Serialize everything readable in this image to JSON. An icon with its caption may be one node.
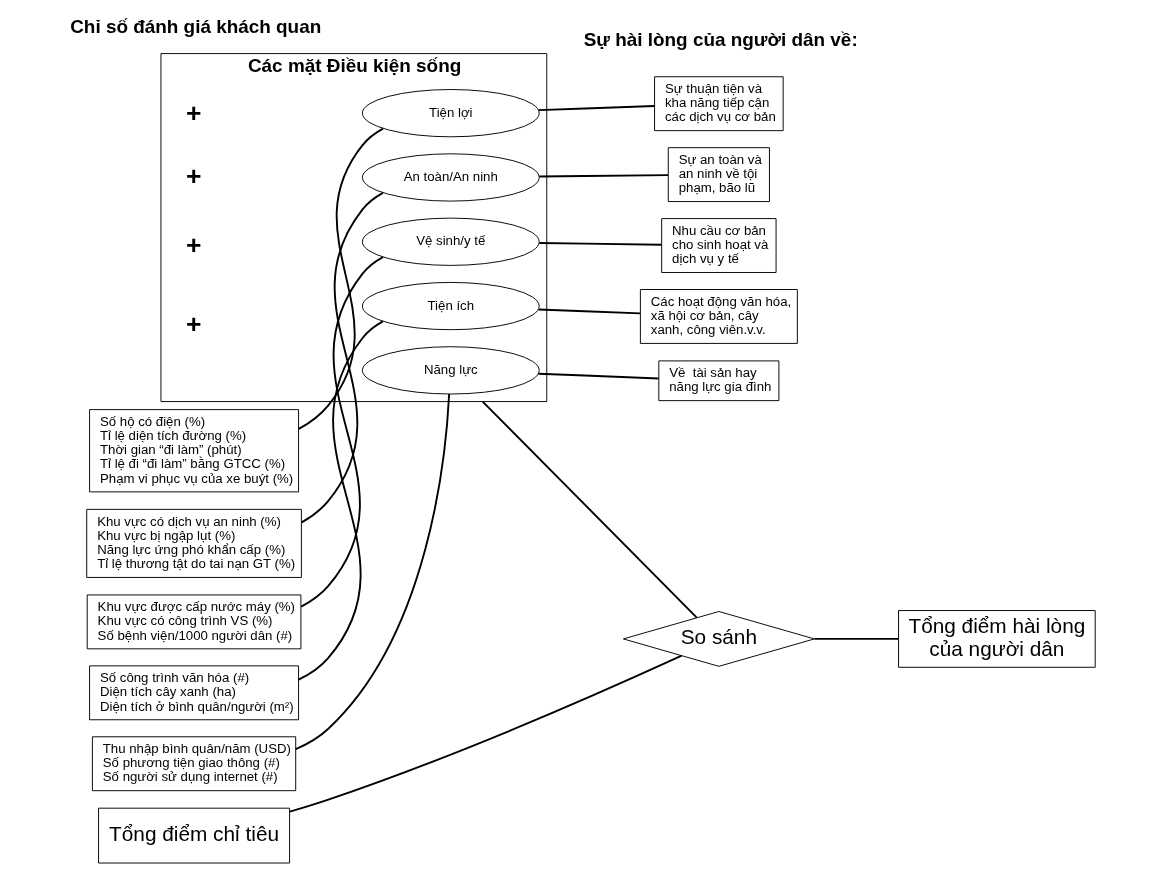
{
  "diagram": {
    "nodes": [
      {
        "text": [
          "Các mặt Điều kiện sống"
        ]
      },
      {
        "text": [
          "Tiện lợi"
        ],
        "in": 0
      },
      {
        "text": [
          "An toàn/An ninh"
        ],
        "in": 0
      },
      {
        "text": [
          "Vệ sinh/y tế"
        ],
        "in": 0
      },
      {
        "text": [
          "Tiện ích"
        ],
        "in": 0
      },
      {
        "text": [
          "Năng lực"
        ],
        "in": 0
      },
      {
        "text": [
          "Số hộ có điện (%)",
          "Tỉ lệ diện tích đường (%)",
          "Thời gian “đi làm” (phút)",
          "Tỉ lệ đi “đi làm” bằng GTCC (%)",
          "Phạm vi phục vụ của xe buýt (%)"
        ]
      },
      {
        "text": [
          "Khu vực có dịch vụ an ninh (%)",
          "Khu vực bị ngập lụt (%)",
          "Năng lực ứng phó khẩn cấp (%)",
          "Tỉ lệ thương tật do tai nạn GT (%)"
        ]
      },
      {
        "text": [
          "Khu vực được cấp nước máy (%)",
          "Khu vực có công trình VS (%)",
          "Số bệnh viện/1000 người dân (#)"
        ]
      },
      {
        "text": [
          "Số công trình văn hóa (#)",
          "Diện tích cây xanh (ha)",
          "Diện tích ở bình quân/người (m²)"
        ]
      },
      {
        "text": [
          "Thu nhập bình quân/năm (USD)",
          "Số phương tiện giao thông (#)",
          "Số người sử dụng internet (#)"
        ]
      },
      {
        "text": [
          "Sự thuận tiện và kha năng tiếp cận các dịch vụ cơ bản"
        ]
      },
      {
        "text": [
          "Sự an toàn và an ninh về tội phạm, bão lũ"
        ]
      },
      {
        "text": [
          "Nhu cầu cơ bản cho sinh hoạt và dịch vụ y tế"
        ]
      },
      {
        "text": [
          "Các hoạt động văn hóa, xã hội cơ bản, cây xanh, công viên.v.v."
        ]
      },
      {
        "text": [
          "Về  tài sản hay năng lực gia đình"
        ]
      },
      {
        "text": [
          "So sánh"
        ]
      },
      {
        "text": [
          "Tổng điểm chỉ tiêu"
        ]
      },
      {
        "text": [
          "Tổng điểm hài lòng của người dân"
        ]
      }
    ],
    "edges": [
      {
        "from": 6,
        "to": 1,
        "arrow": "none"
      },
      {
        "from": 7,
        "to": 2,
        "arrow": "none"
      },
      {
        "from": 8,
        "to": 3,
        "arrow": "none"
      },
      {
        "from": 9,
        "to": 4,
        "arrow": "none"
      },
      {
        "from": 10,
        "to": 5,
        "arrow": "none"
      },
      {
        "from": 1,
        "to": 11,
        "arrow": "none"
      },
      {
        "from": 2,
        "to": 12,
        "arrow": "none"
      },
      {
        "from": 3,
        "to": 13,
        "arrow": "none"
      },
      {
        "from": 4,
        "to": 14,
        "arrow": "none"
      },
      {
        "from": 5,
        "to": 15,
        "arrow": "none"
      },
      {
        "from": 0,
        "to": 16,
        "arrow": "none"
      },
      {
        "from": 17,
        "to": 16,
        "arrow": "none"
      },
      {
        "from": 16,
        "to": 18,
        "arrow": "none"
      }
    ],
    "labels": [
      "Chỉ số đánh giá khách quan",
      "Sự hài lòng của người dân về:",
      "+",
      "+",
      "+",
      "+"
    ]
  }
}
